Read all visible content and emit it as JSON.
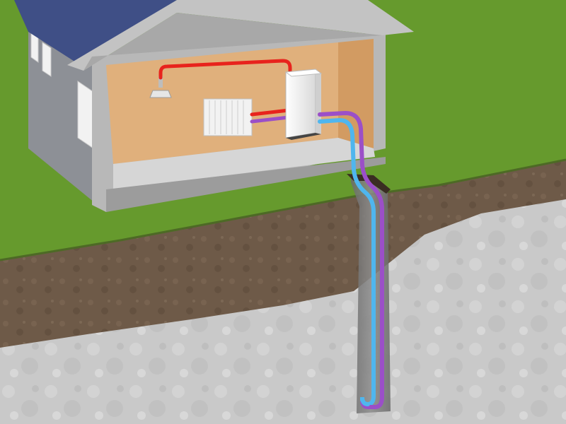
{
  "colors": {
    "grass": "#6fa232",
    "grass_dark": "#5b8c28",
    "soil": "#6e5a48",
    "soil_dark": "#5a4838",
    "bedrock": "#c9c9c9",
    "roof": "#3f4f86",
    "wall_exterior": "#8d9096",
    "interior_wall": "#e0b07c",
    "floor": "#d6d6d6",
    "hot_pipe": "#e8231d",
    "warm_pipe": "#9b4fc8",
    "cold_pipe": "#4fb6ee",
    "heat_pump": "#f4f4f4",
    "radiator": "#f2f2f2",
    "borehole": "#7b7b7b"
  },
  "components": [
    "house",
    "heat-pump",
    "radiator",
    "ceiling-outlet",
    "borehole",
    "ground-loop"
  ]
}
